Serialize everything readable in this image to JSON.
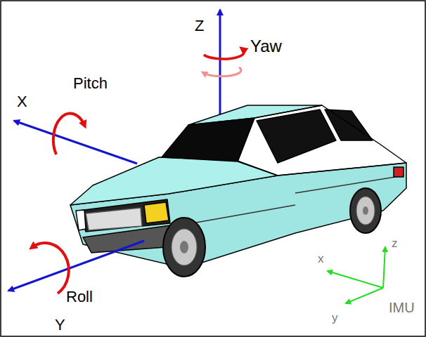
{
  "diagram": {
    "labels": [
      "Z",
      "Yaw",
      "X",
      "Pitch",
      "Roll",
      "Y",
      "x",
      "y",
      "z",
      "IMU"
    ]
  }
}
